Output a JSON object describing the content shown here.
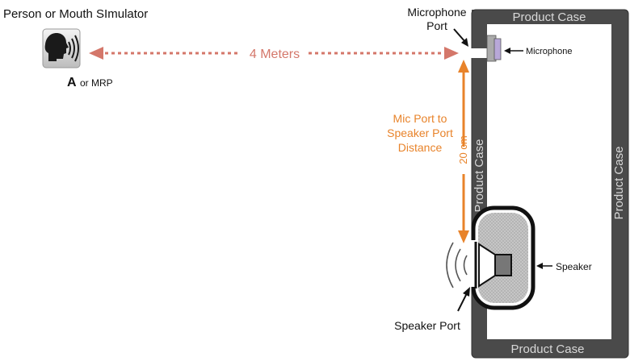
{
  "labels": {
    "person_title": "Person or Mouth SImulator",
    "point_a": "A",
    "or_mrp": "or MRP",
    "distance_horizontal": "4 Meters",
    "microphone_port_line1": "Microphone",
    "microphone_port_line2": "Port",
    "microphone": "Microphone",
    "case_top": "Product Case",
    "case_right": "Product Case",
    "case_bottom": "Product Case",
    "case_inner": "Product Case",
    "distance_vertical": "20 cm",
    "mic_to_speaker_line1": "Mic Port to",
    "mic_to_speaker_line2": "Speaker Port",
    "mic_to_speaker_line3": "Distance",
    "speaker": "Speaker",
    "speaker_port": "Speaker Port"
  },
  "colors": {
    "case": "#4a4a4a",
    "case_text": "#d8d8d8",
    "horizontal_arrow": "#d4776a",
    "vertical_arrow": "#e8832a",
    "distance_text": "#e8832a",
    "microphone_fill": "#b8a8d8",
    "speaker_fill": "#bdbdbd"
  },
  "icons": {
    "person": "speaking-head-icon"
  }
}
